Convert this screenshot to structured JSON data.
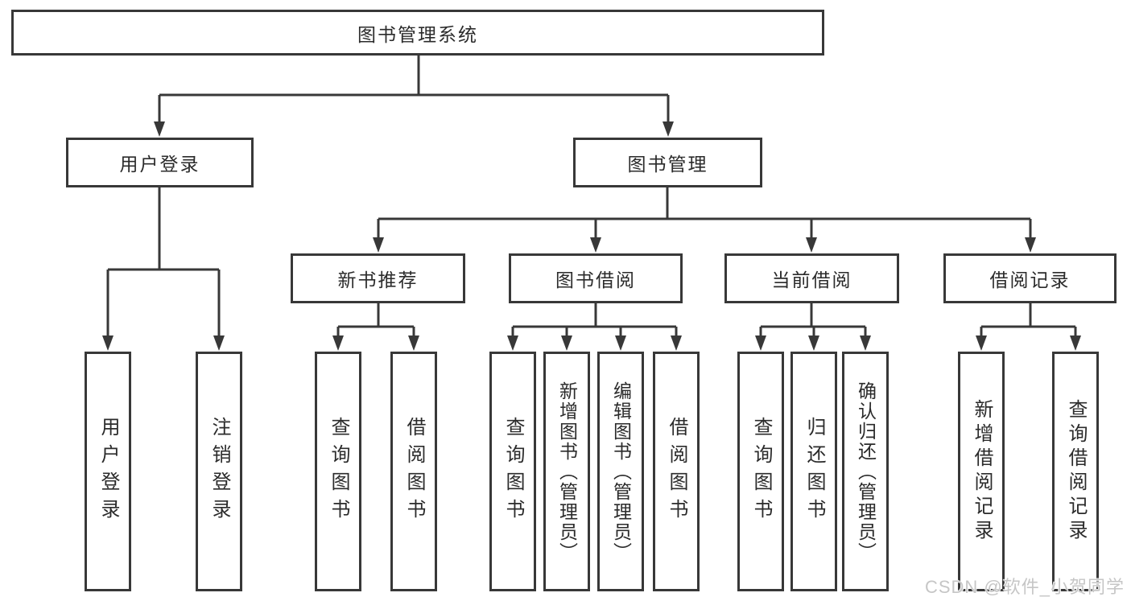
{
  "tree": {
    "label": "图书管理系统",
    "children": [
      {
        "label": "用户登录",
        "children": [
          {
            "label": "用户登录"
          },
          {
            "label": "注销登录"
          }
        ]
      },
      {
        "label": "图书管理",
        "children": [
          {
            "label": "新书推荐",
            "children": [
              {
                "label": "查询图书"
              },
              {
                "label": "借阅图书"
              }
            ]
          },
          {
            "label": "图书借阅",
            "children": [
              {
                "label": "查询图书"
              },
              {
                "label": "新增图书（管理员）"
              },
              {
                "label": "编辑图书（管理员）"
              },
              {
                "label": "借阅图书"
              }
            ]
          },
          {
            "label": "当前借阅",
            "children": [
              {
                "label": "查询图书"
              },
              {
                "label": "归还图书"
              },
              {
                "label": "确认归还（管理员）"
              }
            ]
          },
          {
            "label": "借阅记录",
            "children": [
              {
                "label": "新增借阅记录"
              },
              {
                "label": "查询借阅记录"
              }
            ]
          }
        ]
      }
    ]
  },
  "watermark": {
    "text": "CSDN @软件_小贺同学"
  },
  "colors": {
    "line": "#383838",
    "box_border": "#383838",
    "text": "#2b2b2b",
    "watermark": "#c6c6c6",
    "background": "#ffffff"
  }
}
